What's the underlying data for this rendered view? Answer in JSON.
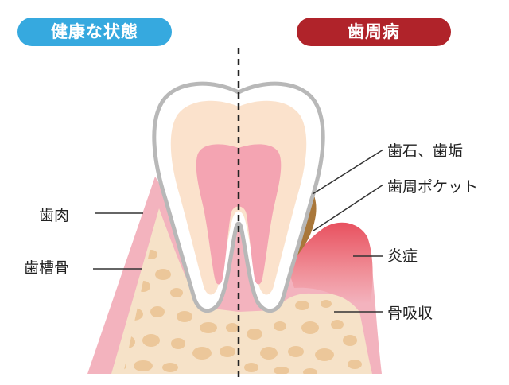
{
  "headers": {
    "healthy": "健康な状態",
    "disease": "歯周病"
  },
  "labels": {
    "gum": "歯肉",
    "alveolar_bone": "歯槽骨",
    "tartar_plaque": "歯石、歯垢",
    "periodontal_pocket": "歯周ポケット",
    "inflammation": "炎症",
    "bone_resorption": "骨吸収"
  },
  "colors": {
    "healthy_header": "#36a9df",
    "disease_header": "#b0232a",
    "gum": "#f3b3be",
    "inflamed_gum": "#e05a6a",
    "bone": "#f6e2c8",
    "bone_spots": "#e8c08e",
    "enamel": "#ffffff",
    "dentin": "#fbe2cc",
    "pulp": "#f4a4b2",
    "tartar": "#a9773a"
  }
}
